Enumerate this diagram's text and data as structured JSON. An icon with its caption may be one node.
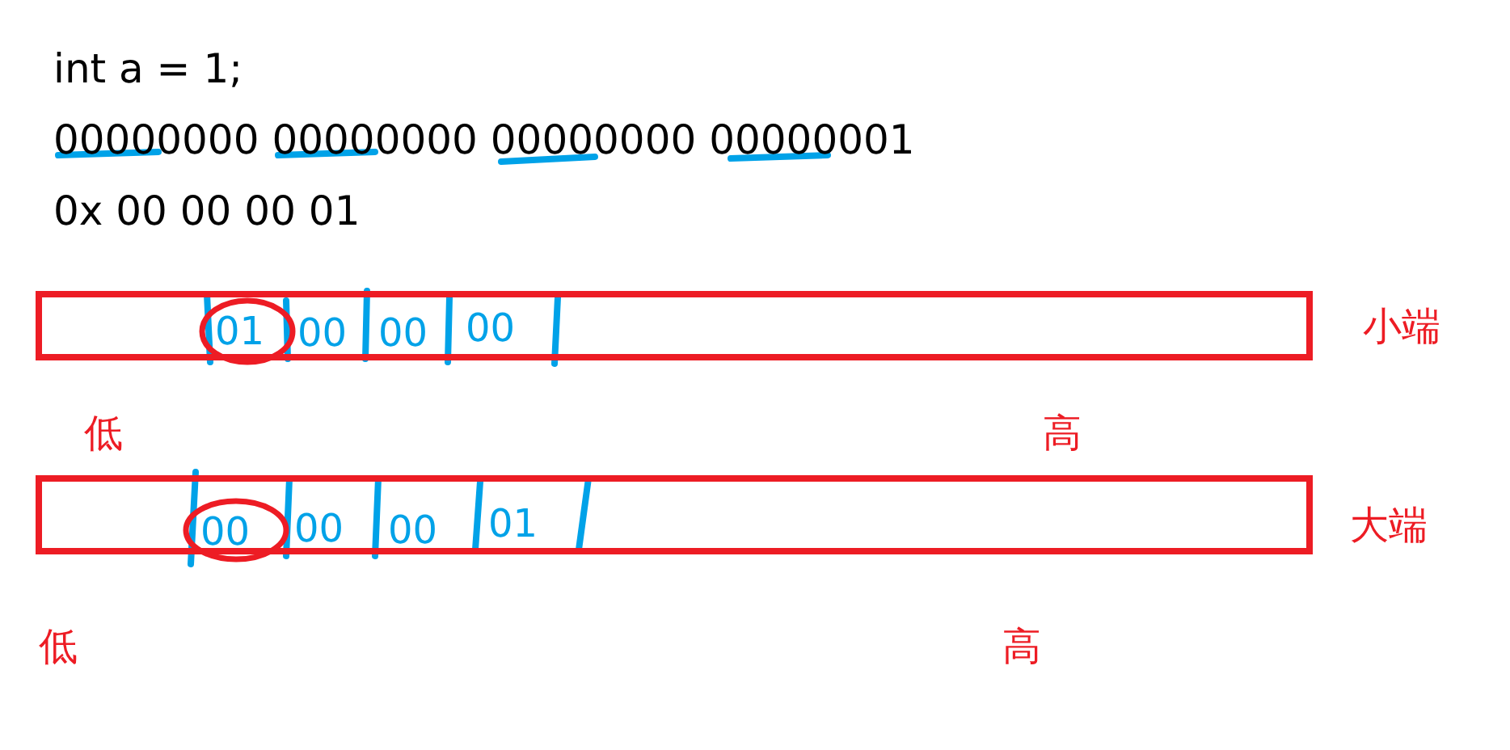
{
  "diagram": {
    "nodes": [
      {
        "text": [],
        "shape": "bar",
        "beside": [
          "小端"
        ]
      },
      {
        "text": [
          "01"
        ],
        "in": 0
      },
      {
        "text": [
          "00"
        ],
        "in": 0
      },
      {
        "text": [
          "00"
        ],
        "in": 0
      },
      {
        "text": [
          "00"
        ],
        "in": 0
      },
      {
        "text": [],
        "shape": "bar",
        "beside": [
          "大端"
        ]
      },
      {
        "text": [
          "00"
        ],
        "in": 5
      },
      {
        "text": [
          "00"
        ],
        "in": 5
      },
      {
        "text": [
          "00"
        ],
        "in": 5
      },
      {
        "text": [
          "01"
        ],
        "in": 5
      }
    ],
    "edges": [],
    "labels": [
      "int a = 1;",
      "00000000 00000000 00000000 00000001",
      "0x 00 00 00 01",
      "低",
      "高",
      "低",
      "高"
    ]
  }
}
